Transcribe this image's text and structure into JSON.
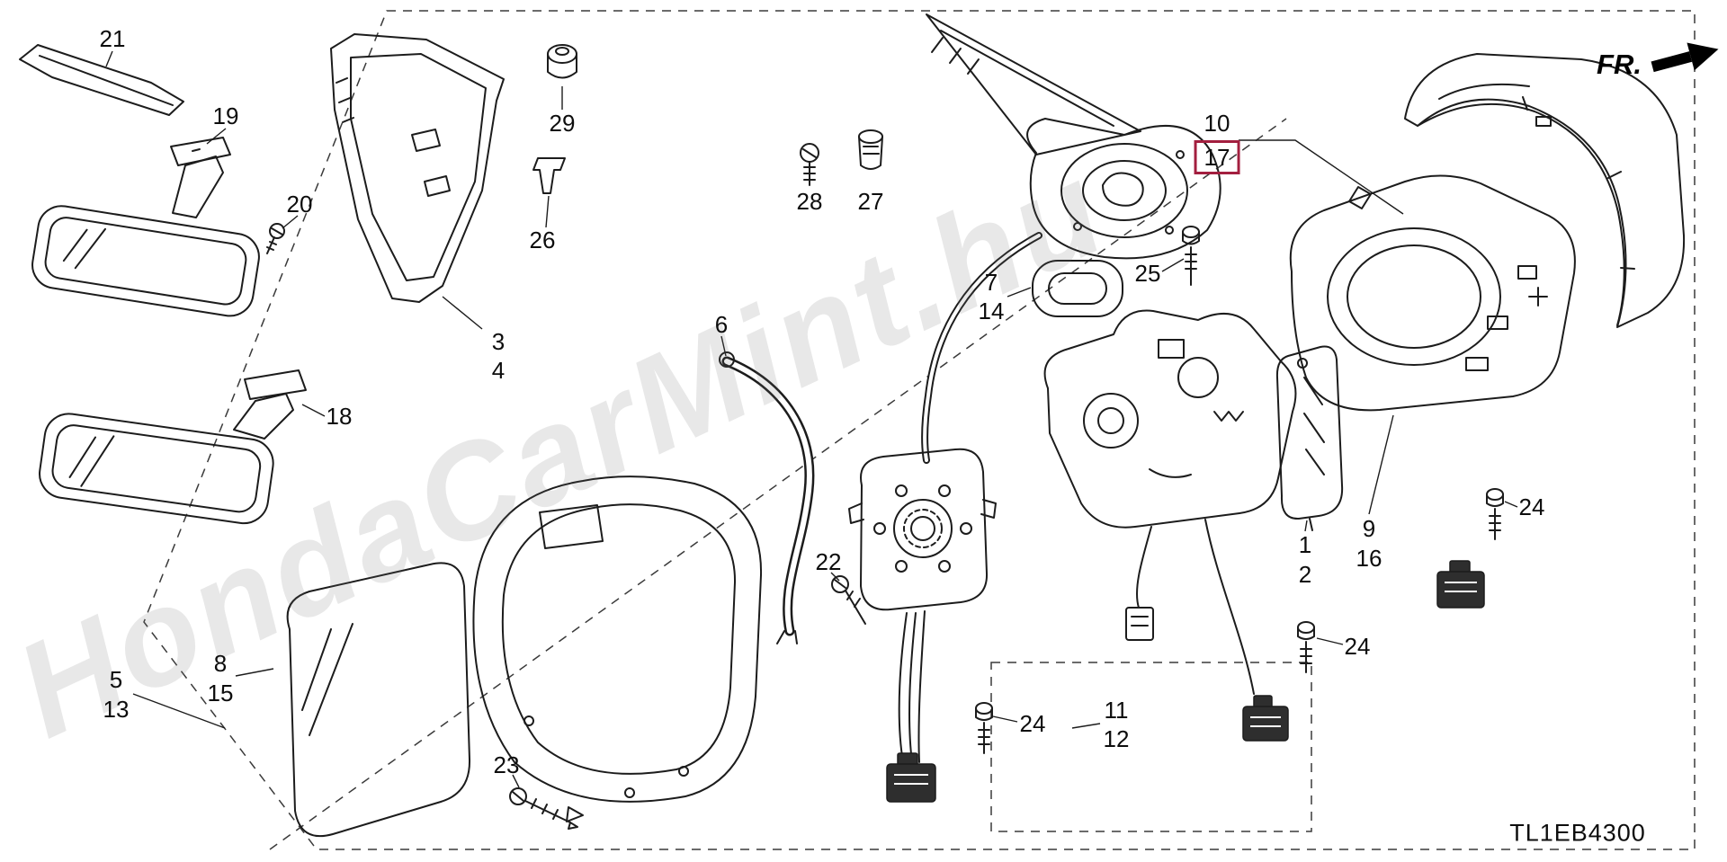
{
  "header": {
    "direction_label": "FR."
  },
  "footer": {
    "diagram_code": "TL1EB4300"
  },
  "watermark": {
    "text": "HondaCarMint.hu"
  },
  "highlight": {
    "selected_part": "17",
    "box_color": "#a31f3f"
  },
  "part_labels": {
    "p21": "21",
    "p19": "19",
    "p20": "20",
    "p29": "29",
    "p26": "26",
    "p28": "28",
    "p27": "27",
    "p3": "3",
    "p4": "4",
    "p6": "6",
    "p7": "7",
    "p14": "14",
    "p25": "25",
    "p10": "10",
    "p17": "17",
    "p18": "18",
    "p5": "5",
    "p13": "13",
    "p8": "8",
    "p15": "15",
    "p22": "22",
    "p1": "1",
    "p2": "2",
    "p9": "9",
    "p16": "16",
    "p24a": "24",
    "p24b": "24",
    "p24c": "24",
    "p11": "11",
    "p12": "12",
    "p23": "23"
  }
}
